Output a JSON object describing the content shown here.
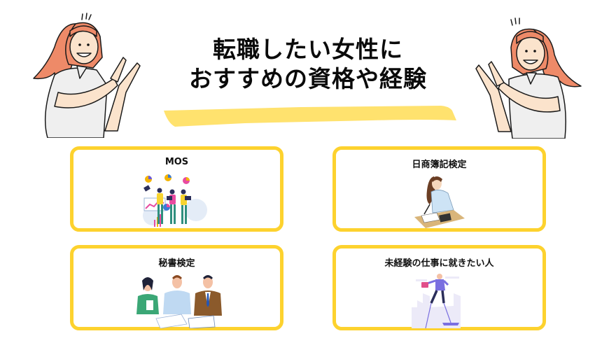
{
  "header": {
    "title_line1": "転職したい女性に",
    "title_line2": "おすすめの資格や経験",
    "underline_color": "#FFE26E"
  },
  "decorations": {
    "left_illustration": "woman-pointing-right-icon",
    "right_illustration": "woman-pointing-left-icon"
  },
  "cards": [
    {
      "title": "MOS",
      "illustration": "team-celebrating-charts-icon"
    },
    {
      "title": "日商簿記検定",
      "illustration": "woman-bookkeeping-calculator-icon"
    },
    {
      "title": "秘書検定",
      "illustration": "business-meeting-documents-icon"
    },
    {
      "title": "未経験の仕事に就きたい人",
      "illustration": "man-stilts-over-trap-icon"
    }
  ],
  "colors": {
    "card_border": "#FDD22E",
    "hair": "#EE8A68",
    "shirt": "#EFEFEF",
    "skin": "#FBE3CC"
  }
}
